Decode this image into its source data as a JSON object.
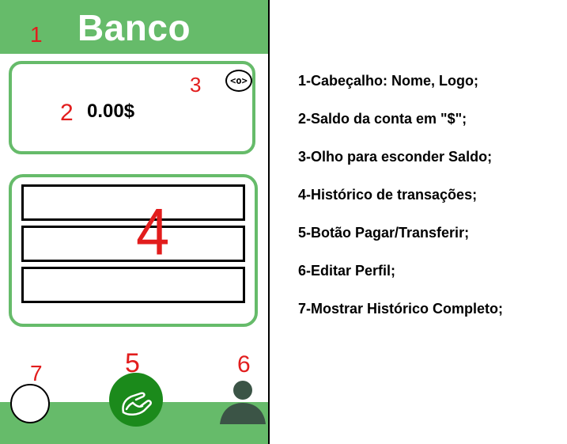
{
  "app": {
    "title": "Banco"
  },
  "balance": {
    "value": "0.00$",
    "eye_label": "<o>"
  },
  "history": {
    "rows": [
      "",
      "",
      ""
    ]
  },
  "markers": [
    "1",
    "2",
    "3",
    "4",
    "5",
    "6",
    "7"
  ],
  "colors": {
    "green": "#66bb6a",
    "dark_green": "#1b8a1b",
    "marker_red": "#e21d1d",
    "profile": "#3b5446"
  },
  "icons": {
    "eye": "eye-icon",
    "pay": "pay-hand-icon",
    "profile": "person-icon"
  },
  "legend": [
    "1-Cabeçalho: Nome, Logo;",
    "2-Saldo da conta em \"$\";",
    "3-Olho para esconder Saldo;",
    "4-Histórico de transações;",
    "5-Botão Pagar/Transferir;",
    "6-Editar Perfil;",
    "7-Mostrar Histórico Completo;"
  ]
}
